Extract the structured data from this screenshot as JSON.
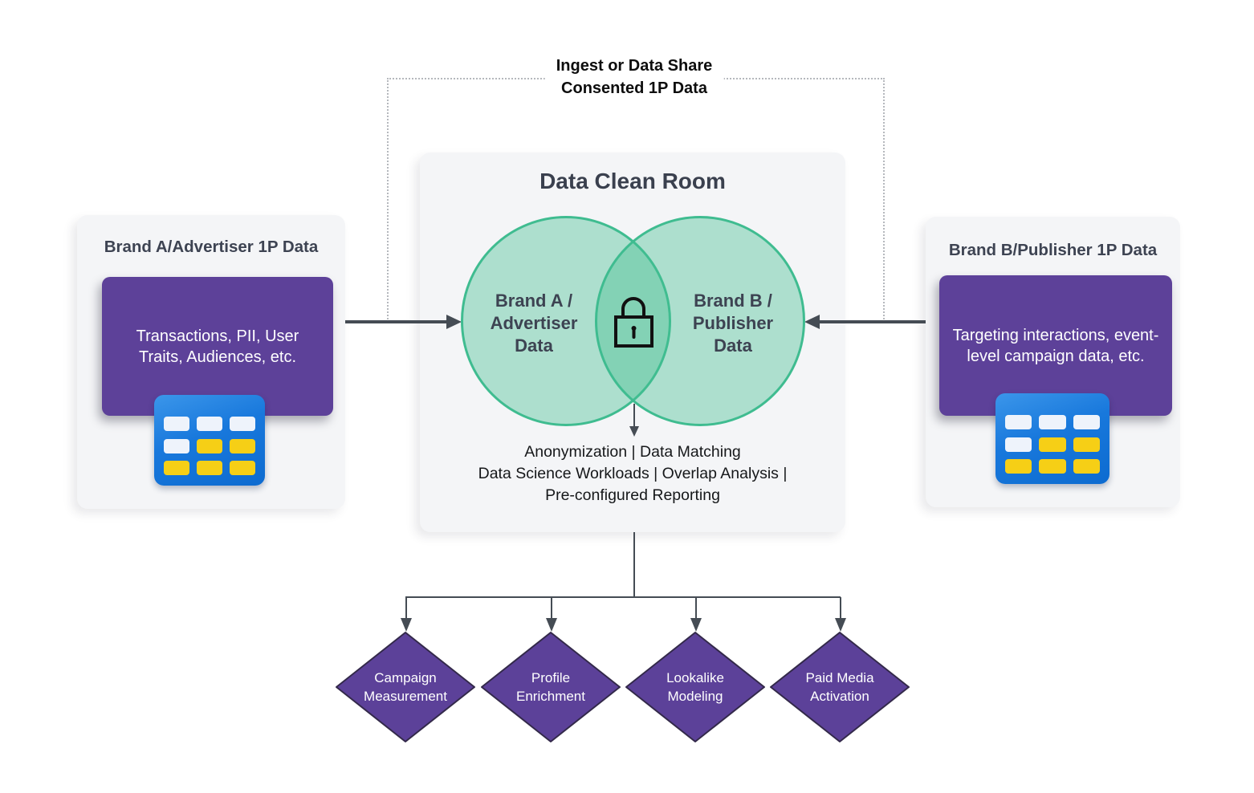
{
  "top_label": {
    "text": "Ingest or Data Share\nConsented 1P Data"
  },
  "left_card": {
    "title": "Brand A/Advertiser 1P Data",
    "body": "Transactions, PII, User Traits, Audiences, etc."
  },
  "right_card": {
    "title": "Brand B/Publisher 1P Data",
    "body": "Targeting interactions, event-level campaign data, etc."
  },
  "clean_room": {
    "title": "Data Clean Room",
    "venn": {
      "left_label": "Brand A /\nAdvertiser\nData",
      "right_label": "Brand B /\nPublisher\nData",
      "lock_icon": "lock-icon"
    },
    "capabilities": "Anonymization | Data Matching\nData Science Workloads  | Overlap Analysis |\nPre-configured Reporting"
  },
  "outcomes": [
    {
      "label": "Campaign\nMeasurement"
    },
    {
      "label": "Profile\nEnrichment"
    },
    {
      "label": "Lookalike\nModeling"
    },
    {
      "label": "Paid Media\nActivation"
    }
  ],
  "colors": {
    "card_bg": "#f4f5f7",
    "purple_box": "#5d4199",
    "diamond_purple": "#5c4199",
    "diamond_stroke": "#33294a",
    "venn_fill": "rgba(68,189,146,0.40)",
    "venn_stroke": "#3fbc90",
    "arrow": "#454c54",
    "title_text": "#3d4352",
    "table_icon_blue": "#1878dc",
    "table_cell_white": "#eef3fb",
    "table_cell_yellow": "#f6cf16"
  }
}
